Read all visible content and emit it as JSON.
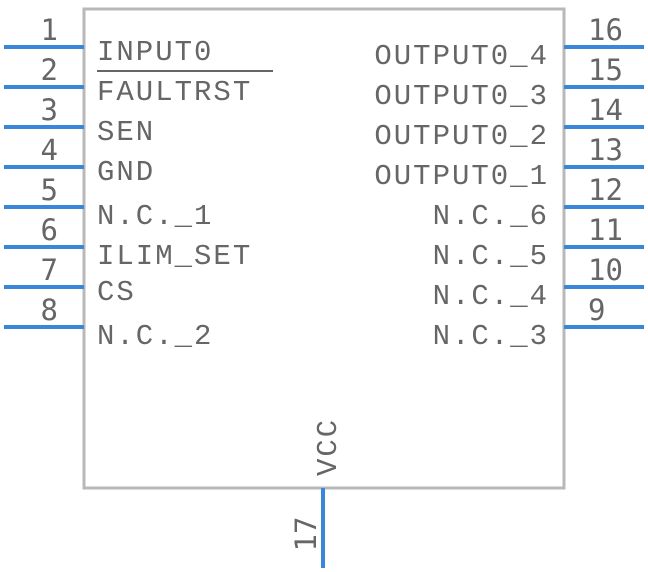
{
  "component": {
    "left_pins": [
      {
        "number": "1",
        "name": "INPUT0"
      },
      {
        "number": "2",
        "name": "FAULTRST"
      },
      {
        "number": "3",
        "name": "SEN"
      },
      {
        "number": "4",
        "name": "GND"
      },
      {
        "number": "5",
        "name": "N.C._1"
      },
      {
        "number": "6",
        "name": "ILIM_SET"
      },
      {
        "number": "7",
        "name": "CS"
      },
      {
        "number": "8",
        "name": "N.C._2"
      }
    ],
    "right_pins": [
      {
        "number": "16",
        "name": "OUTPUT0_4"
      },
      {
        "number": "15",
        "name": "OUTPUT0_3"
      },
      {
        "number": "14",
        "name": "OUTPUT0_2"
      },
      {
        "number": "13",
        "name": "OUTPUT0_1"
      },
      {
        "number": "12",
        "name": "N.C._6"
      },
      {
        "number": "11",
        "name": "N.C._5"
      },
      {
        "number": "10",
        "name": "N.C._4"
      },
      {
        "number": "9",
        "name": "N.C._3"
      }
    ],
    "bottom_pins": [
      {
        "number": "17",
        "name": "VCC"
      }
    ],
    "colors": {
      "pin": "#3a86d8",
      "body": "#b8b8b8",
      "text": "#666666"
    }
  }
}
